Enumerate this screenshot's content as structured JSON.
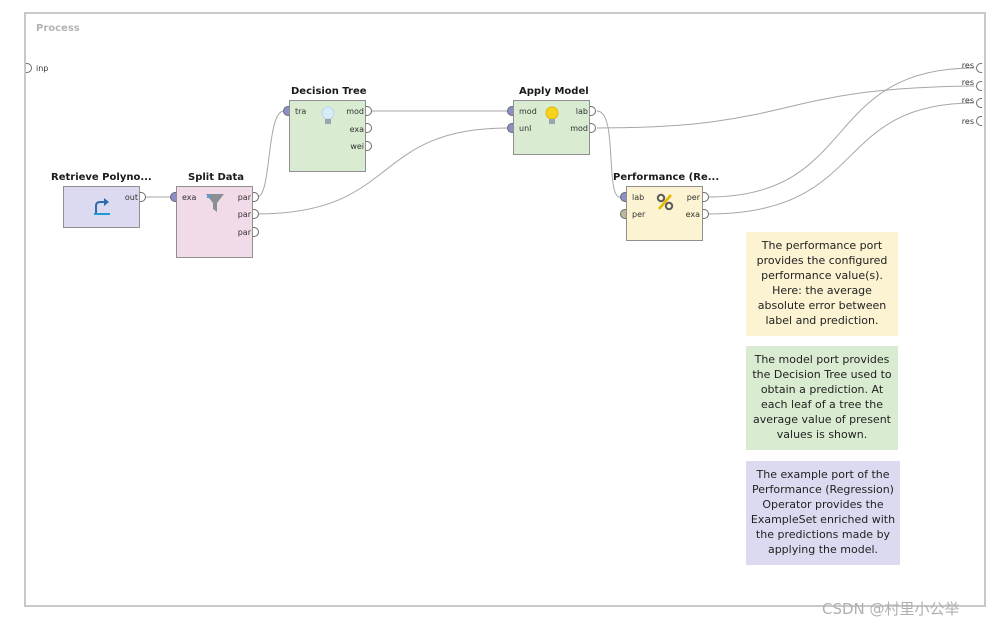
{
  "process": {
    "title": "Process",
    "input_port_label": "inp",
    "result_port_labels": [
      "res",
      "res",
      "res",
      "res"
    ]
  },
  "operators": {
    "retrieve": {
      "title": "Retrieve Polyno...",
      "out_ports": [
        "out"
      ],
      "color": "#dcdaf0",
      "icon": "retrieve-arrow-icon"
    },
    "split": {
      "title": "Split Data",
      "in_ports": [
        "exa"
      ],
      "out_ports": [
        "par",
        "par",
        "par"
      ],
      "color": "#f2dbe8",
      "icon": "filter-funnel-icon"
    },
    "tree": {
      "title": "Decision Tree",
      "in_ports": [
        "tra"
      ],
      "out_ports": [
        "mod",
        "exa",
        "wei"
      ],
      "color": "#d9ebd0",
      "icon": "lightbulb-icon"
    },
    "apply": {
      "title": "Apply Model",
      "in_ports": [
        "mod",
        "unl"
      ],
      "out_ports": [
        "lab",
        "mod"
      ],
      "color": "#d9ebd0",
      "icon": "lightbulb-yellow-icon"
    },
    "perf": {
      "title": "Performance (Re...",
      "in_ports": [
        "lab",
        "per"
      ],
      "out_ports": [
        "per",
        "exa"
      ],
      "color": "#fbf3d2",
      "icon": "percent-icon"
    }
  },
  "notes": [
    {
      "text": "The performance port provides the configured performance value(s). Here: the average absolute error between label and prediction.",
      "color": "#fbf3d2"
    },
    {
      "text": "The model port provides the Decision Tree used to obtain a prediction. At each leaf of a tree the average value of present values is shown.",
      "color": "#d9ebd0"
    },
    {
      "text": "The example port of the Performance (Regression) Operator provides the ExampleSet enriched with the predictions made by applying the model.",
      "color": "#dcdaf0"
    }
  ],
  "watermark": "CSDN @村里小公举",
  "colors": {
    "wire": "#a6a6a6",
    "frame_border": "#c8c8c8",
    "connected_input": "#8d8fc9"
  }
}
